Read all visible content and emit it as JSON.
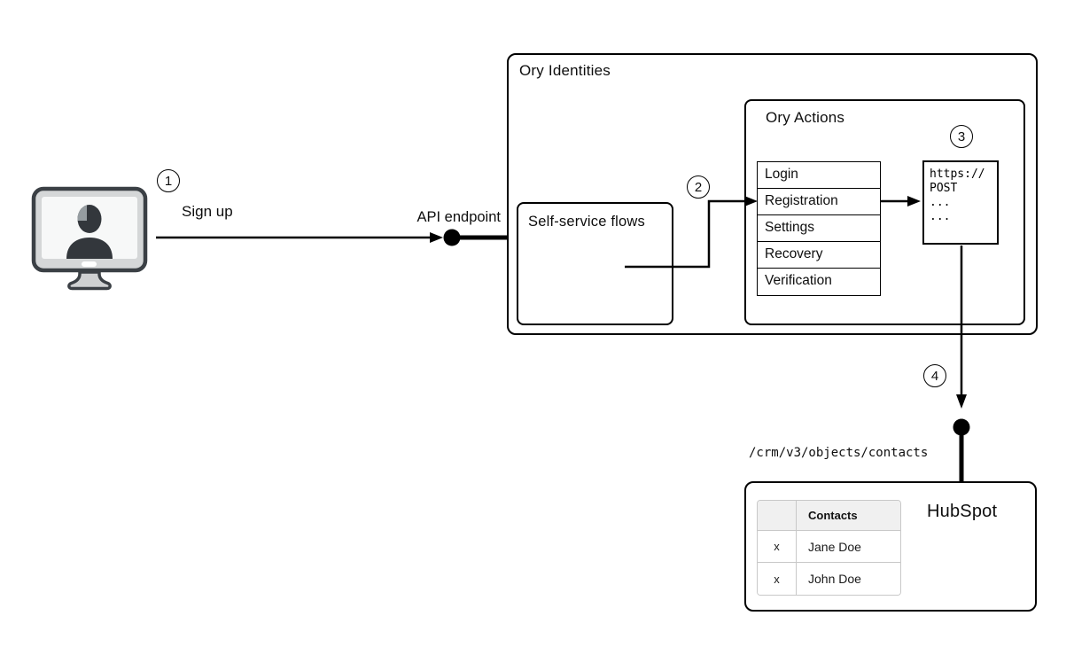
{
  "colors": {
    "line": "#000000",
    "box_border": "#000000",
    "background": "#ffffff",
    "table_border": "#c8c8c8",
    "table_header_bg": "#f0f0f0",
    "icon_dark": "#33373c",
    "icon_light": "#d5d7d8"
  },
  "steps": [
    "1",
    "2",
    "3",
    "4"
  ],
  "labels": {
    "sign_up": "Sign up",
    "api_endpoint": "API endpoint"
  },
  "ory_identities": {
    "title": "Ory Identities",
    "self_service_flows": {
      "title": "Self-service flows"
    },
    "ory_actions": {
      "title": "Ory Actions",
      "flows": [
        "Login",
        "Registration",
        "Settings",
        "Recovery",
        "Verification"
      ],
      "code": [
        "https://",
        "POST",
        "...",
        "..."
      ]
    }
  },
  "hubspot": {
    "title": "HubSpot",
    "endpoint_path": "/crm/v3/objects/contacts",
    "contacts_table": {
      "header": "Contacts",
      "rows": [
        {
          "mark": "x",
          "name": "Jane Doe"
        },
        {
          "mark": "x",
          "name": "John Doe"
        }
      ]
    }
  }
}
